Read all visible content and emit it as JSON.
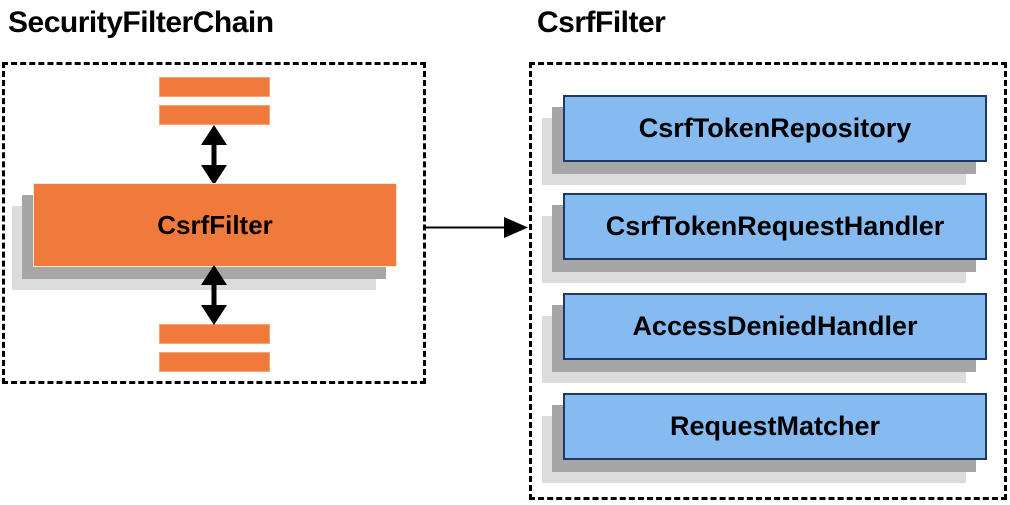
{
  "left_panel": {
    "title": "SecurityFilterChain",
    "filter_box_label": "CsrfFilter",
    "placeholder_bar_count": 4
  },
  "right_panel": {
    "title": "CsrfFilter",
    "components": [
      "CsrfTokenRepository",
      "CsrfTokenRequestHandler",
      "AccessDeniedHandler",
      "RequestMatcher"
    ]
  },
  "colors": {
    "node_orange": "#f0793c",
    "orange_border": "#f5a473",
    "node_blue": "#86bbf1",
    "blue_border": "#1f3864",
    "shadow_dark": "#a6a6a6",
    "shadow_light": "#dcdcdc",
    "line_black": "#000000"
  }
}
